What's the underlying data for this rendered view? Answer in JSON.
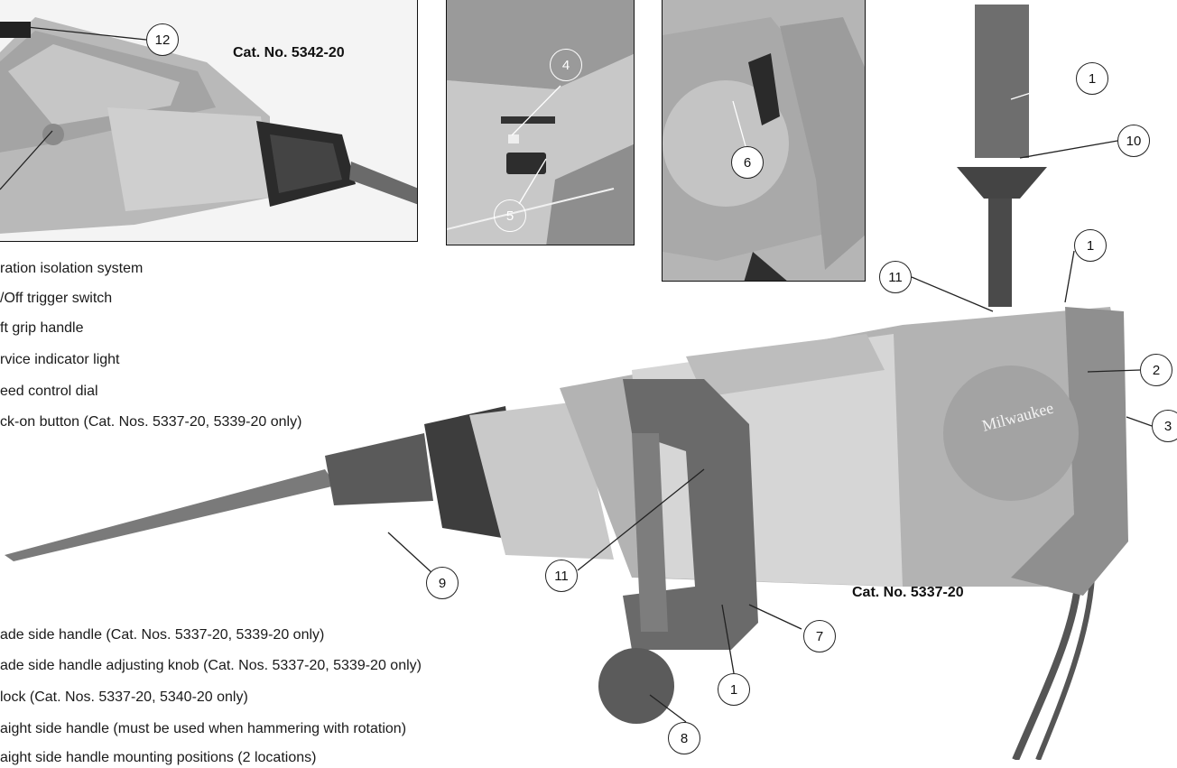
{
  "inset_top_left": {
    "cat_label": "Cat. No. 5342-20"
  },
  "main_photo": {
    "cat_label": "Cat. No. 5337-20"
  },
  "features_top": [
    "ration isolation system",
    "/Off trigger switch",
    "ft grip handle",
    "rvice indicator light",
    "eed control dial",
    "ck-on button (Cat. Nos. 5337-20, 5339-20 only)"
  ],
  "features_bottom": [
    "ade side handle (Cat. Nos. 5337-20, 5339-20 only)",
    "ade side handle adjusting knob (Cat. Nos. 5337-20, 5339-20 only)",
    " lock (Cat. Nos. 5337-20, 5340-20 only)",
    "aight side handle (must be used when hammering with rotation)",
    "aight side handle mounting positions (2 locations)"
  ],
  "callouts": {
    "c12": "12",
    "c4": "4",
    "c5": "5",
    "c6": "6",
    "c1_top": "1",
    "c10": "10",
    "c1_mid": "1",
    "c11_top": "11",
    "c2": "2",
    "c3": "3",
    "c11_mid": "11",
    "c9": "9",
    "c7": "7",
    "c1_low": "1",
    "c8": "8"
  },
  "brand_mark": "Milwaukee"
}
